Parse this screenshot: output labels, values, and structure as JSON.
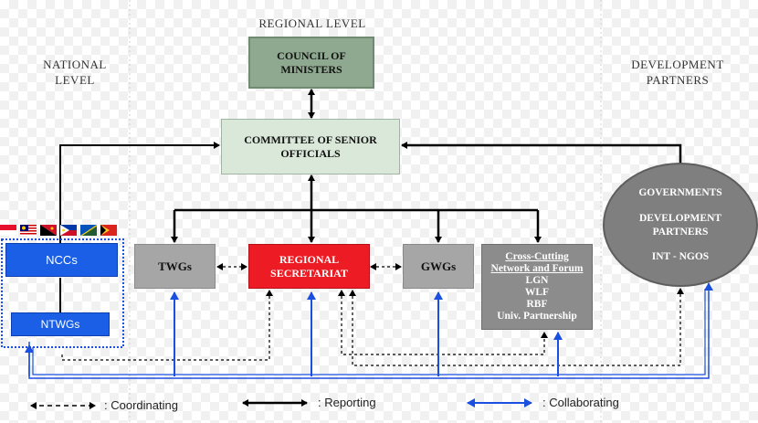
{
  "sections": {
    "regional": "REGIONAL LEVEL",
    "national_line1": "NATIONAL",
    "national_line2": "LEVEL",
    "partners_line1": "DEVELOPMENT",
    "partners_line2": "PARTNERS"
  },
  "nodes": {
    "council_line1": "COUNCIL OF",
    "council_line2": "MINISTERS",
    "cso_line1": "COMMITTEE OF SENIOR",
    "cso_line2": "OFFICIALS",
    "twgs": "TWGs",
    "secretariat_line1": "REGIONAL",
    "secretariat_line2": "SECRETARIAT",
    "gwgs": "GWGs",
    "ncc": "NCCs",
    "ntwg": "NTWGs",
    "crosscut": {
      "title_line1": "Cross-Cutting",
      "title_line2": "Network and Forum",
      "items": [
        "LGN",
        "WLF",
        "RBF",
        "Univ. Partnership"
      ]
    },
    "partners": {
      "line1": "GOVERNMENTS",
      "line2": "DEVELOPMENT",
      "line3": "PARTNERS",
      "line4": "INT - NGOS"
    }
  },
  "legend": {
    "coordinating": ": Coordinating",
    "reporting": ": Reporting",
    "collaborating": ": Collaborating"
  },
  "colors": {
    "reporting": "#000000",
    "coordinating": "#000000",
    "collaborating": "#1a4fe0",
    "secretariat": "#ed1c24",
    "ncc": "#1a5fe6"
  }
}
